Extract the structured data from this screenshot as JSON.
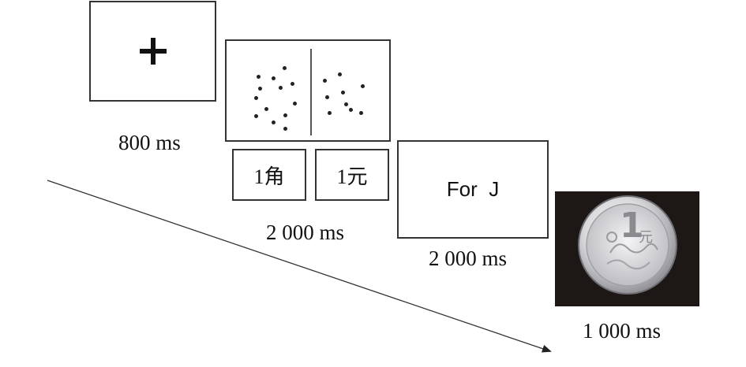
{
  "fixation": {
    "duration": "800 ms"
  },
  "stimulus": {
    "options": [
      "1角",
      "1元"
    ],
    "duration": "2 000 ms"
  },
  "feedback": {
    "text": "For  J",
    "duration": "2 000 ms"
  },
  "reward": {
    "coin_text": [
      "1",
      "元"
    ],
    "duration": "1 000 ms"
  }
}
